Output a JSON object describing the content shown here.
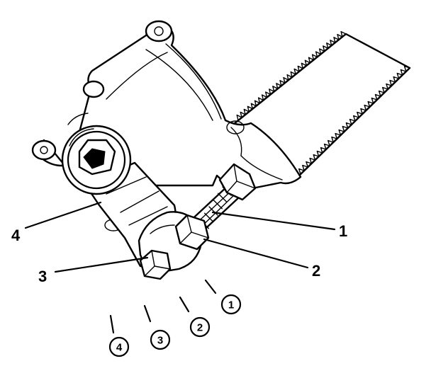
{
  "diagram": {
    "callouts": [
      {
        "id": "1",
        "text": "1"
      },
      {
        "id": "2",
        "text": "2"
      },
      {
        "id": "3",
        "text": "3"
      },
      {
        "id": "4",
        "text": "4"
      }
    ],
    "sequence_markers": [
      {
        "id": "1",
        "text": "1"
      },
      {
        "id": "2",
        "text": "2"
      },
      {
        "id": "3",
        "text": "3"
      },
      {
        "id": "4",
        "text": "4"
      }
    ]
  }
}
